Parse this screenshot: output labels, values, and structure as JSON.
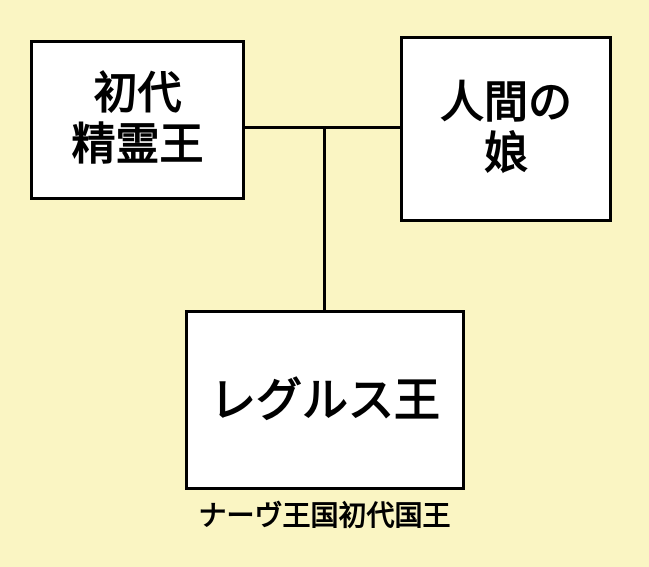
{
  "colors": {
    "background": "#FAF5C3",
    "node_fill": "#FFFFFF",
    "border": "#000000",
    "text": "#000000"
  },
  "diagram": {
    "nodes": {
      "spirit_king": {
        "line1": "初代",
        "line2": "精霊王"
      },
      "human_daughter": {
        "line1": "人間の",
        "line2": "娘"
      },
      "regulus": {
        "label": "レグルス王"
      }
    },
    "caption": "ナーヴ王国初代国王"
  }
}
